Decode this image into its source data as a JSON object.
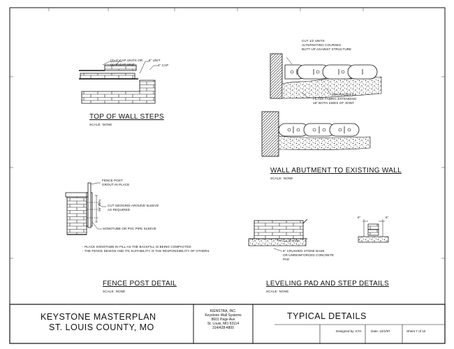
{
  "details": {
    "top_steps": {
      "title": "TOP OF WALL STEPS",
      "scale": "SCALE: NONE",
      "notes": [
        "(2)-4\" CAP UNITS OR",
        "(1)-8\" CAP UNIT",
        "8\" UNIT",
        "4\" CAP"
      ]
    },
    "abutment": {
      "title": "WALL ABUTMENT TO EXISTING WALL",
      "scale": "SCALE: NONE",
      "notes": [
        "CUT 1/2 UNITS",
        "ALTERNATING COURSES",
        "BUTT UP AGAINST STRUCTURE",
        "DRAINAGE FILL",
        "FILTER FABRIC EXTENDING",
        "18\" BOTH SIDES OF JOINT"
      ]
    },
    "fence": {
      "title": "FENCE POST DETAIL",
      "scale": "SCALE: NONE",
      "notes": [
        "FENCE POST",
        "GROUT IN PLACE",
        "CUT GEOGRID AROUND SLEEVE",
        "AS REQUIRED",
        "30\" MIN.",
        "SONOTUBE OR PVC PIPE SLEEVE"
      ],
      "footnotes": [
        "- PLACE SONOTUBE IN FILL AS THE BACKFILL IS BEING COMPACTED",
        "- THE FENCE DESIGN AND ITS SUITABILITY IS THE RESPONSIBILITY OF OTHERS"
      ]
    },
    "leveling": {
      "title": "LEVELING PAD AND STEP DETAILS",
      "scale": "SCALE: NONE",
      "notes": [
        "8\" TYP.",
        "6\" CRUSHED STONE BASE",
        "OR UNREINFORCED CONCRETE",
        "PAD",
        "6\"",
        "6\""
      ]
    }
  },
  "title_block": {
    "project": "KEYSTONE MASTERPLAN",
    "location": "ST. LOUIS COUNTY, MO",
    "company": [
      "KIENSTRA, INC.",
      "Keystone Wall Systems",
      "8601 Page Ave",
      "St. Louis, MO  63114",
      "314/428-4800"
    ],
    "drawing_title": "TYPICAL DETAILS",
    "designed_by": "Designed by: KTA",
    "date": "Date: 10/1/97",
    "sheet": "Sheet 7 of 10"
  }
}
